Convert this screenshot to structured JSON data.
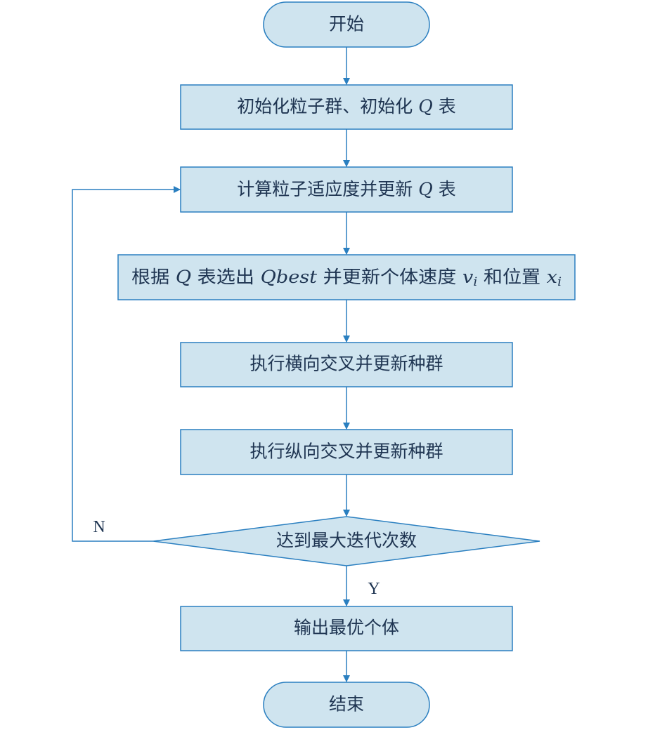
{
  "diagram": {
    "colors": {
      "node_fill": "#cfe4ef",
      "node_stroke": "#2a7fc0",
      "arrow": "#2a7fc0",
      "text": "#1f3552"
    },
    "nodes": {
      "start": "开始",
      "init": {
        "before": "初始化粒子群、初始化 ",
        "var": "Q",
        "after": " 表"
      },
      "fitness": {
        "before": "计算粒子适应度并更新 ",
        "var": "Q",
        "after": " 表"
      },
      "select": {
        "t1": "根据 ",
        "v1": "Q",
        "t2": " 表选出 ",
        "v2": "Qbest",
        "t3": " 并更新个体速度 ",
        "v3": "v",
        "s3": "i",
        "t4": " 和位置 ",
        "v4": "x",
        "s4": "i"
      },
      "horizontal_crossover": "执行横向交叉并更新种群",
      "vertical_crossover": "执行纵向交叉并更新种群",
      "decision": "达到最大迭代次数",
      "output": "输出最优个体",
      "end": "结束"
    },
    "labels": {
      "no": "N",
      "yes": "Y"
    }
  }
}
